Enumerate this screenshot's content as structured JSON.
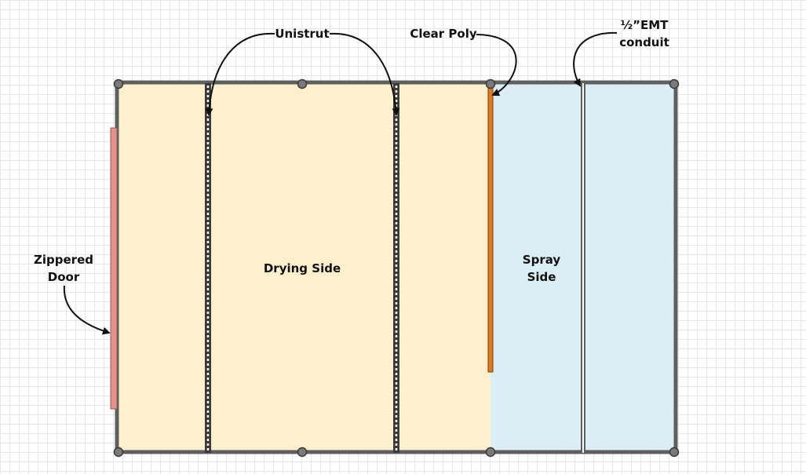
{
  "labels": {
    "unistrut": "Unistrut",
    "clear_poly": "Clear Poly",
    "emt_line1": "½”EMT",
    "emt_line2": "conduit",
    "door_line1": "Zippered",
    "door_line2": "Door",
    "drying_side": "Drying Side",
    "spray_line1": "Spray",
    "spray_line2": "Side"
  },
  "colors": {
    "drying_fill": "#fef0cc",
    "spray_fill": "#dbeef5",
    "frame": "#5f5f5f",
    "door": "#e4928c",
    "poly": "#e07b1f"
  }
}
